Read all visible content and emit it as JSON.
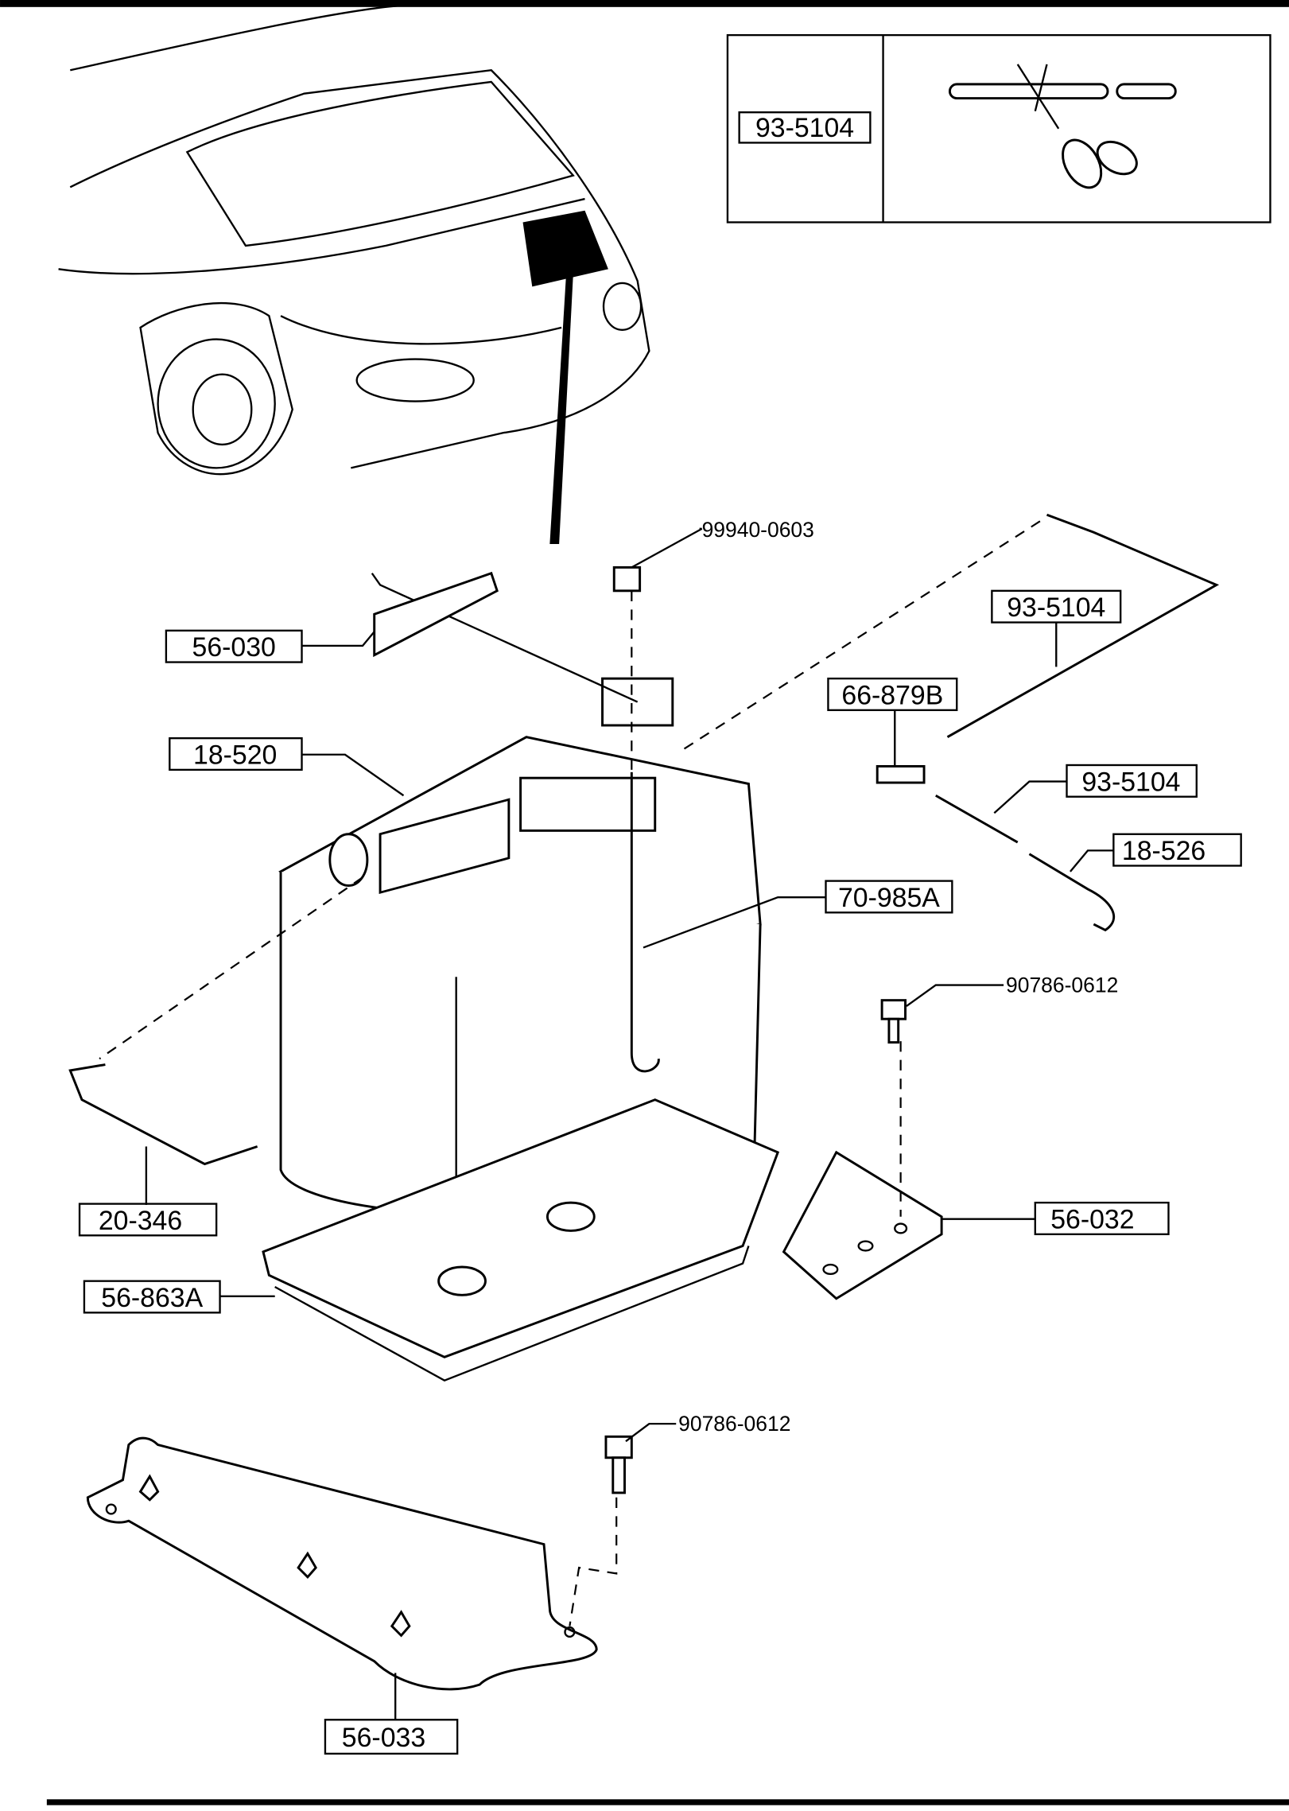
{
  "diagram": {
    "inset_label": "93-5104",
    "callouts": [
      {
        "id": "c1",
        "text": "99940-0603",
        "boxed": false
      },
      {
        "id": "c2",
        "text": "56-030",
        "boxed": true
      },
      {
        "id": "c3",
        "text": "93-5104",
        "boxed": true
      },
      {
        "id": "c4",
        "text": "66-879B",
        "boxed": true
      },
      {
        "id": "c5",
        "text": "18-520",
        "boxed": true
      },
      {
        "id": "c6",
        "text": "93-5104",
        "boxed": true
      },
      {
        "id": "c7",
        "text": "18-526",
        "boxed": true
      },
      {
        "id": "c8",
        "text": "70-985A",
        "boxed": true
      },
      {
        "id": "c9",
        "text": "90786-0612",
        "boxed": false
      },
      {
        "id": "c10",
        "text": "20-346",
        "boxed": true
      },
      {
        "id": "c11",
        "text": "56-032",
        "boxed": true
      },
      {
        "id": "c12",
        "text": "56-863A",
        "boxed": true
      },
      {
        "id": "c13",
        "text": "90786-0612",
        "boxed": false
      },
      {
        "id": "c14",
        "text": "56-033",
        "boxed": true
      }
    ]
  }
}
